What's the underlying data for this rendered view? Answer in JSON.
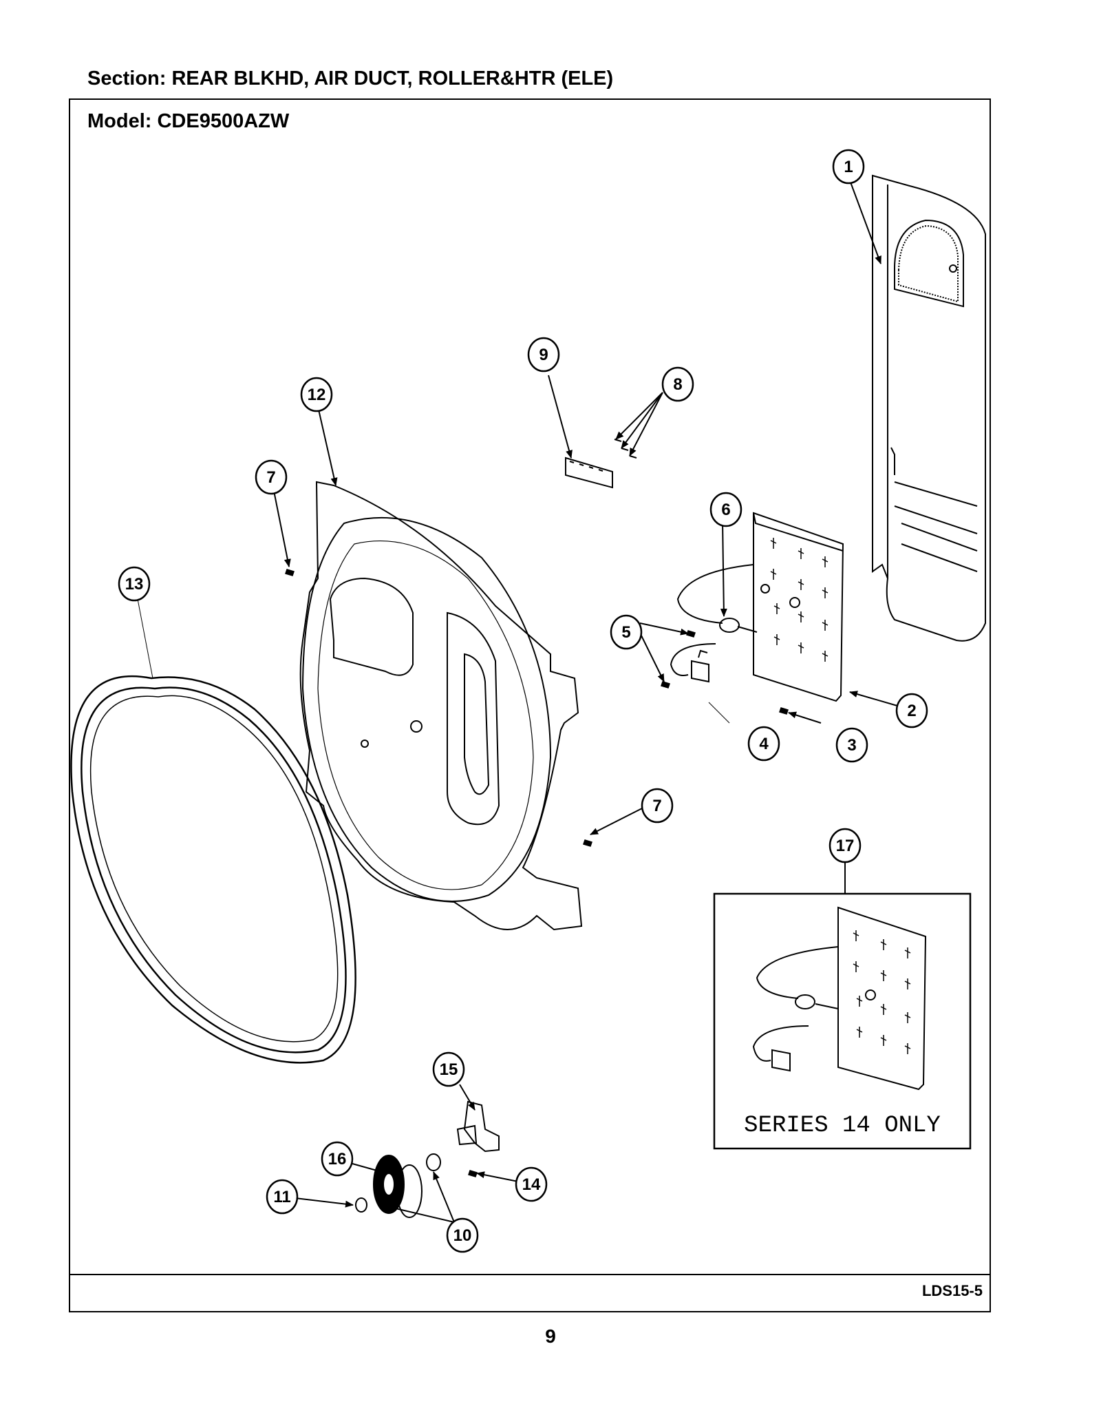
{
  "header": {
    "section": "Section:  REAR BLKHD, AIR DUCT, ROLLER&HTR (ELE)",
    "model": "Model:  CDE9500AZW"
  },
  "callouts": [
    "1",
    "2",
    "3",
    "4",
    "5",
    "6",
    "7",
    "7",
    "8",
    "9",
    "10",
    "11",
    "12",
    "13",
    "14",
    "15",
    "16",
    "17"
  ],
  "inset": {
    "label": "SERIES 14 ONLY"
  },
  "footer": {
    "code": "LDS15-5",
    "page": "9"
  }
}
